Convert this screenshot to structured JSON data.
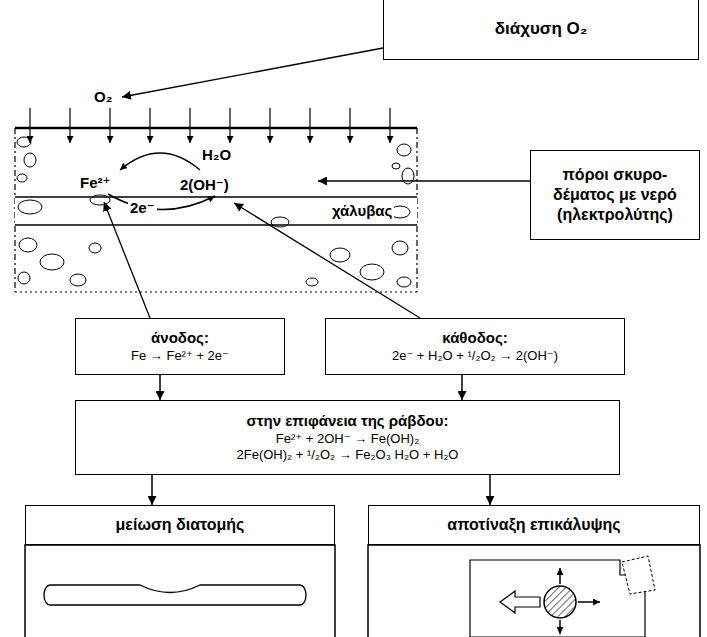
{
  "diagram": {
    "nodes": [
      {
        "text": [
          "διάχυση O₂"
        ]
      },
      {
        "text": [
          "πόροι σκυρο- δέματος με νερό (ηλεκτρολύτης)"
        ]
      },
      {
        "text": [
          "άνοδος:",
          "Fe → Fe²⁺ + 2e⁻"
        ]
      },
      {
        "text": [
          "κάθοδος:",
          "2e⁻ + H₂O + ¹/₂O₂ → 2(OH⁻)"
        ]
      },
      {
        "text": [
          "στην επιφάνεια της ράβδου:",
          "Fe²⁺ + 2OH⁻ → Fe(OH)₂",
          "2Fe(OH)₂ + ¹/₂O₂ → Fe₂O₃ H₂O + H₂O"
        ]
      },
      {
        "text": [
          "μείωση διατομής"
        ]
      },
      {
        "text": [
          "αποτίναξη επικάλυψης"
        ]
      }
    ],
    "edges": [
      {
        "from": 2,
        "to": 4,
        "arrow": "to"
      },
      {
        "from": 3,
        "to": 4,
        "arrow": "to"
      },
      {
        "from": 4,
        "to": 5,
        "arrow": "to"
      },
      {
        "from": 4,
        "to": 6,
        "arrow": "to"
      }
    ],
    "labels": [
      "O₂",
      "H₂O",
      "Fe²⁺",
      "2(OH⁻)",
      "2e⁻",
      "χάλυβας"
    ]
  }
}
